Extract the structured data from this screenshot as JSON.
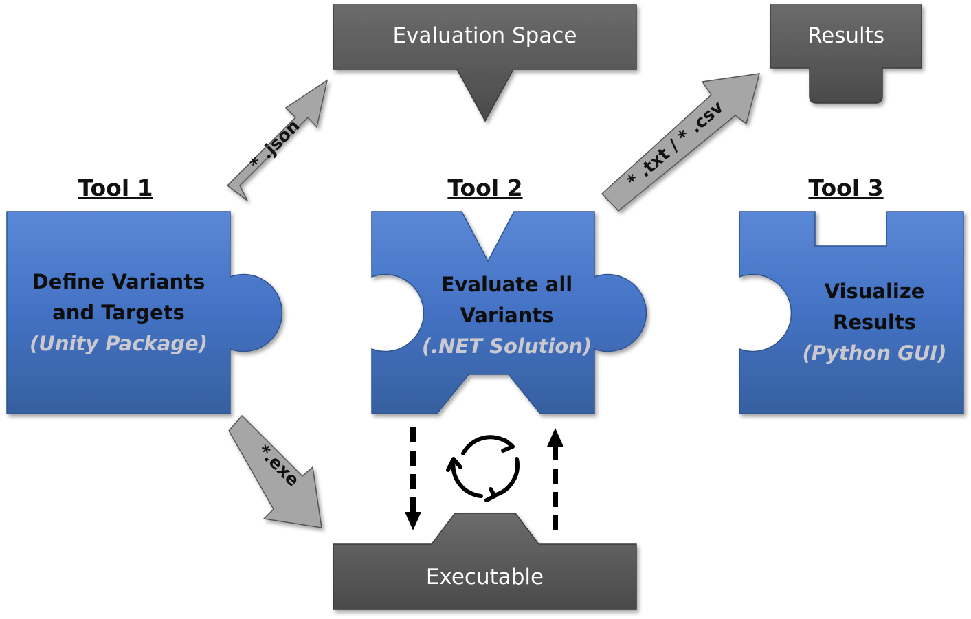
{
  "tools": [
    {
      "title": "Tool 1",
      "line1": "Define Variants",
      "line2": "and Targets",
      "subtitle": "(Unity Package)"
    },
    {
      "title": "Tool 2",
      "line1": "Evaluate all",
      "line2": "Variants",
      "subtitle": "(.NET Solution)"
    },
    {
      "title": "Tool 3",
      "line1": "Visualize",
      "line2": "Results",
      "subtitle": "(Python GUI)"
    }
  ],
  "artifacts": {
    "evaluation_space": "Evaluation Space",
    "results": "Results",
    "executable": "Executable"
  },
  "arrows": {
    "json": "* .json",
    "exe": "*.exe",
    "txt_csv": "* .txt / * .csv"
  },
  "colors": {
    "piece_blue": "#4472c4",
    "artifact_gray": "#595959",
    "arrow_gray": "#a6a6a6",
    "subtitle_gray": "#c9c9cf"
  },
  "icons": [
    "refresh-cycle-icon",
    "dashed-arrow-down-icon",
    "dashed-arrow-up-icon"
  ]
}
